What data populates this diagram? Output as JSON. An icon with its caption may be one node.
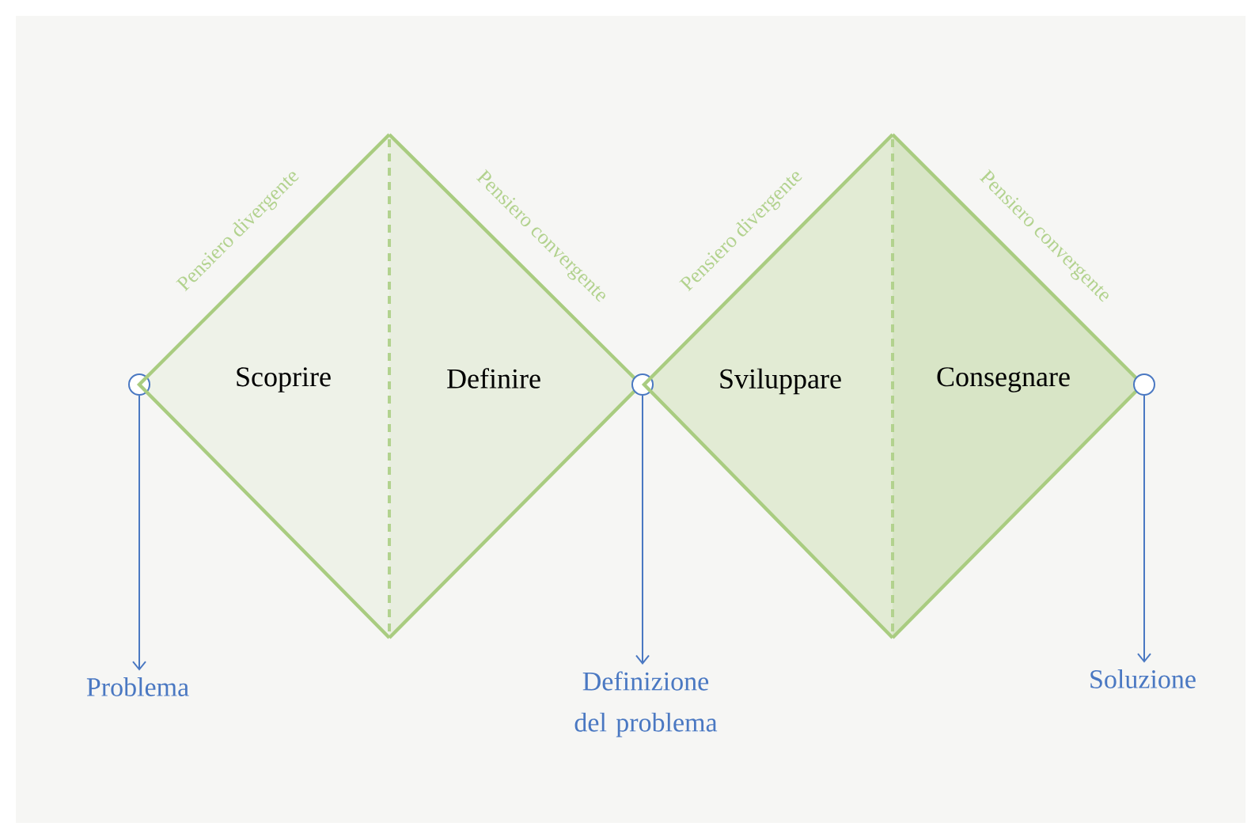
{
  "diagram": {
    "nodes": [
      {
        "text": [],
        "shape": "circle"
      },
      {
        "text": [
          "Pensiero divergente",
          "Scoprire"
        ]
      },
      {
        "text": [
          "Pensiero convergente",
          "Definire"
        ]
      },
      {
        "text": [],
        "shape": "circle"
      },
      {
        "text": [
          "Pensiero divergente",
          "Sviluppare"
        ]
      },
      {
        "text": [
          "Pensiero convergente",
          "Consegnare"
        ]
      },
      {
        "text": [],
        "shape": "circle"
      },
      {
        "text": [
          "Problema"
        ]
      },
      {
        "text": [
          "Definizione del problema"
        ]
      },
      {
        "text": [
          "Soluzione"
        ]
      }
    ],
    "edges": [
      {
        "from": 0,
        "to": 7,
        "arrow": "to"
      },
      {
        "from": 3,
        "to": 8,
        "arrow": "to"
      },
      {
        "from": 6,
        "to": 9,
        "arrow": "to"
      }
    ]
  }
}
